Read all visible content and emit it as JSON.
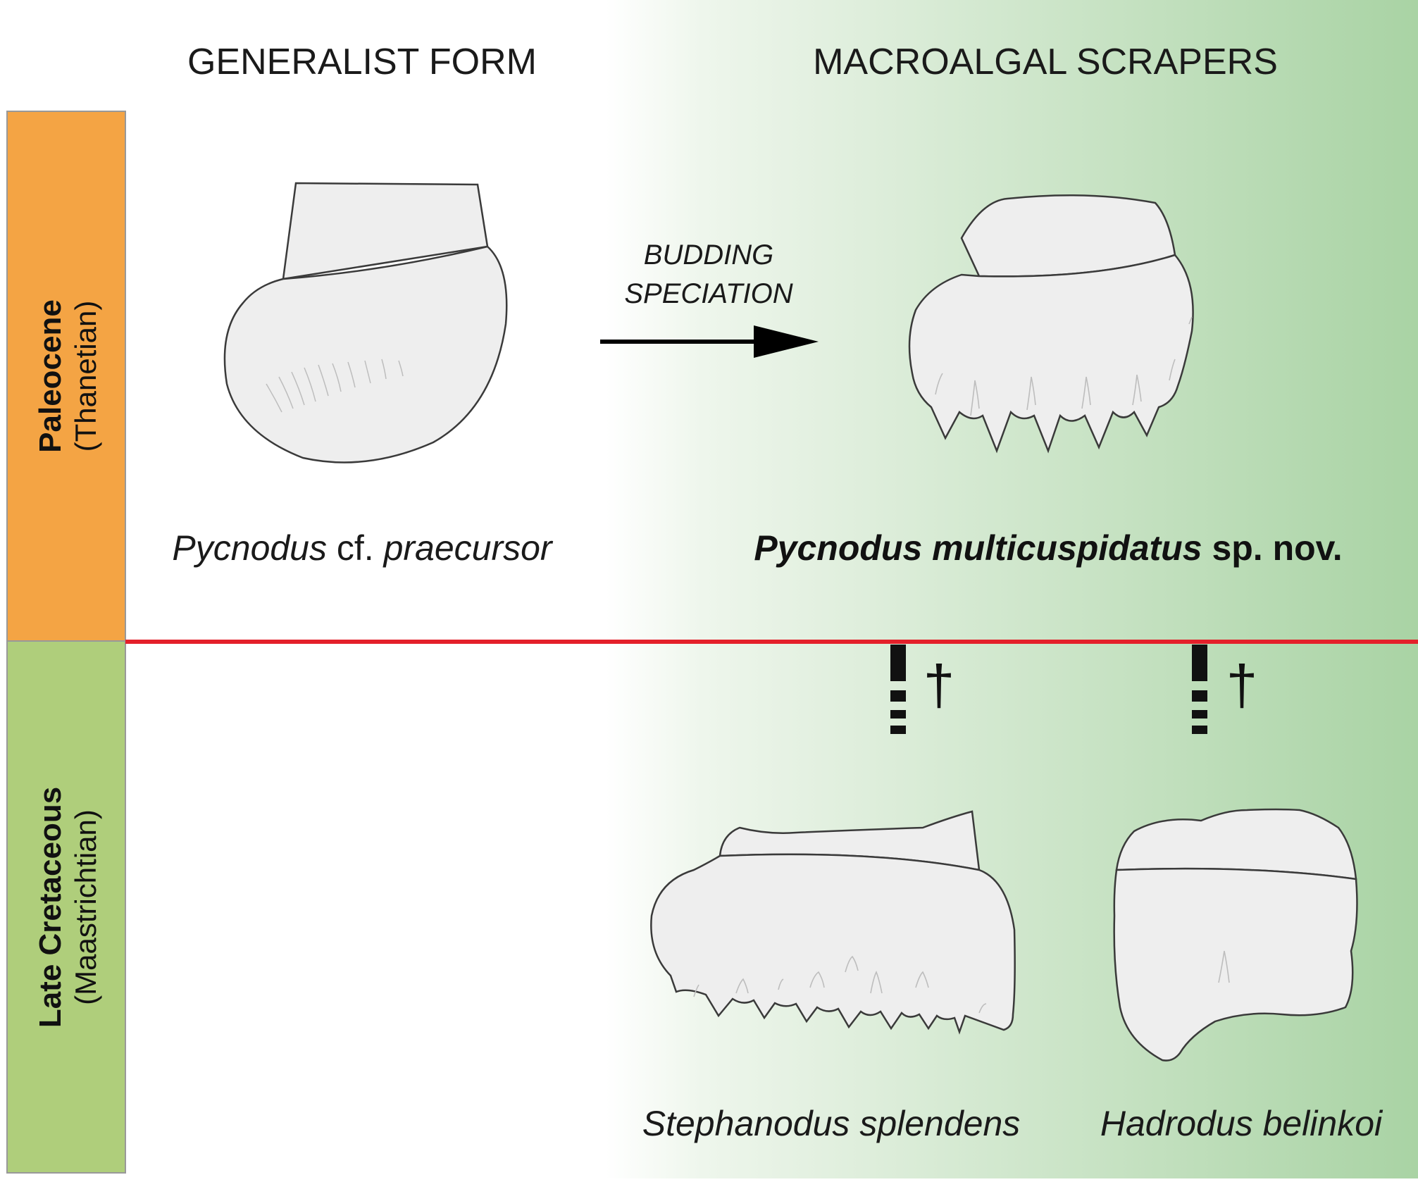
{
  "headers": {
    "left": "GENERALIST FORM",
    "right": "MACROALGAL SCRAPERS"
  },
  "periods": {
    "upper": {
      "name": "Paleocene",
      "stage": "(Thanetian)",
      "color": "#F4A444"
    },
    "lower": {
      "name": "Late Cretaceous",
      "stage": "(Maastrichtian)",
      "color": "#AFCE7B"
    }
  },
  "arrow": {
    "line1": "BUDDING",
    "line2": "SPECIATION"
  },
  "species": {
    "generalist": {
      "genus": "Pycnodus",
      "mid": " cf. ",
      "epithet": "praecursor"
    },
    "new": {
      "binomial": "Pycnodus multicuspidatus",
      "suffix": " sp. nov."
    },
    "stephanodus": "Stephanodus splendens",
    "hadrodus": "Hadrodus belinkoi"
  },
  "extinction_mark": "†",
  "colors": {
    "boundary": "#E4202A",
    "green_gradient": "#A9D3A4",
    "tooth_fill": "#EEEEEE",
    "outline": "#3A3A3A"
  }
}
